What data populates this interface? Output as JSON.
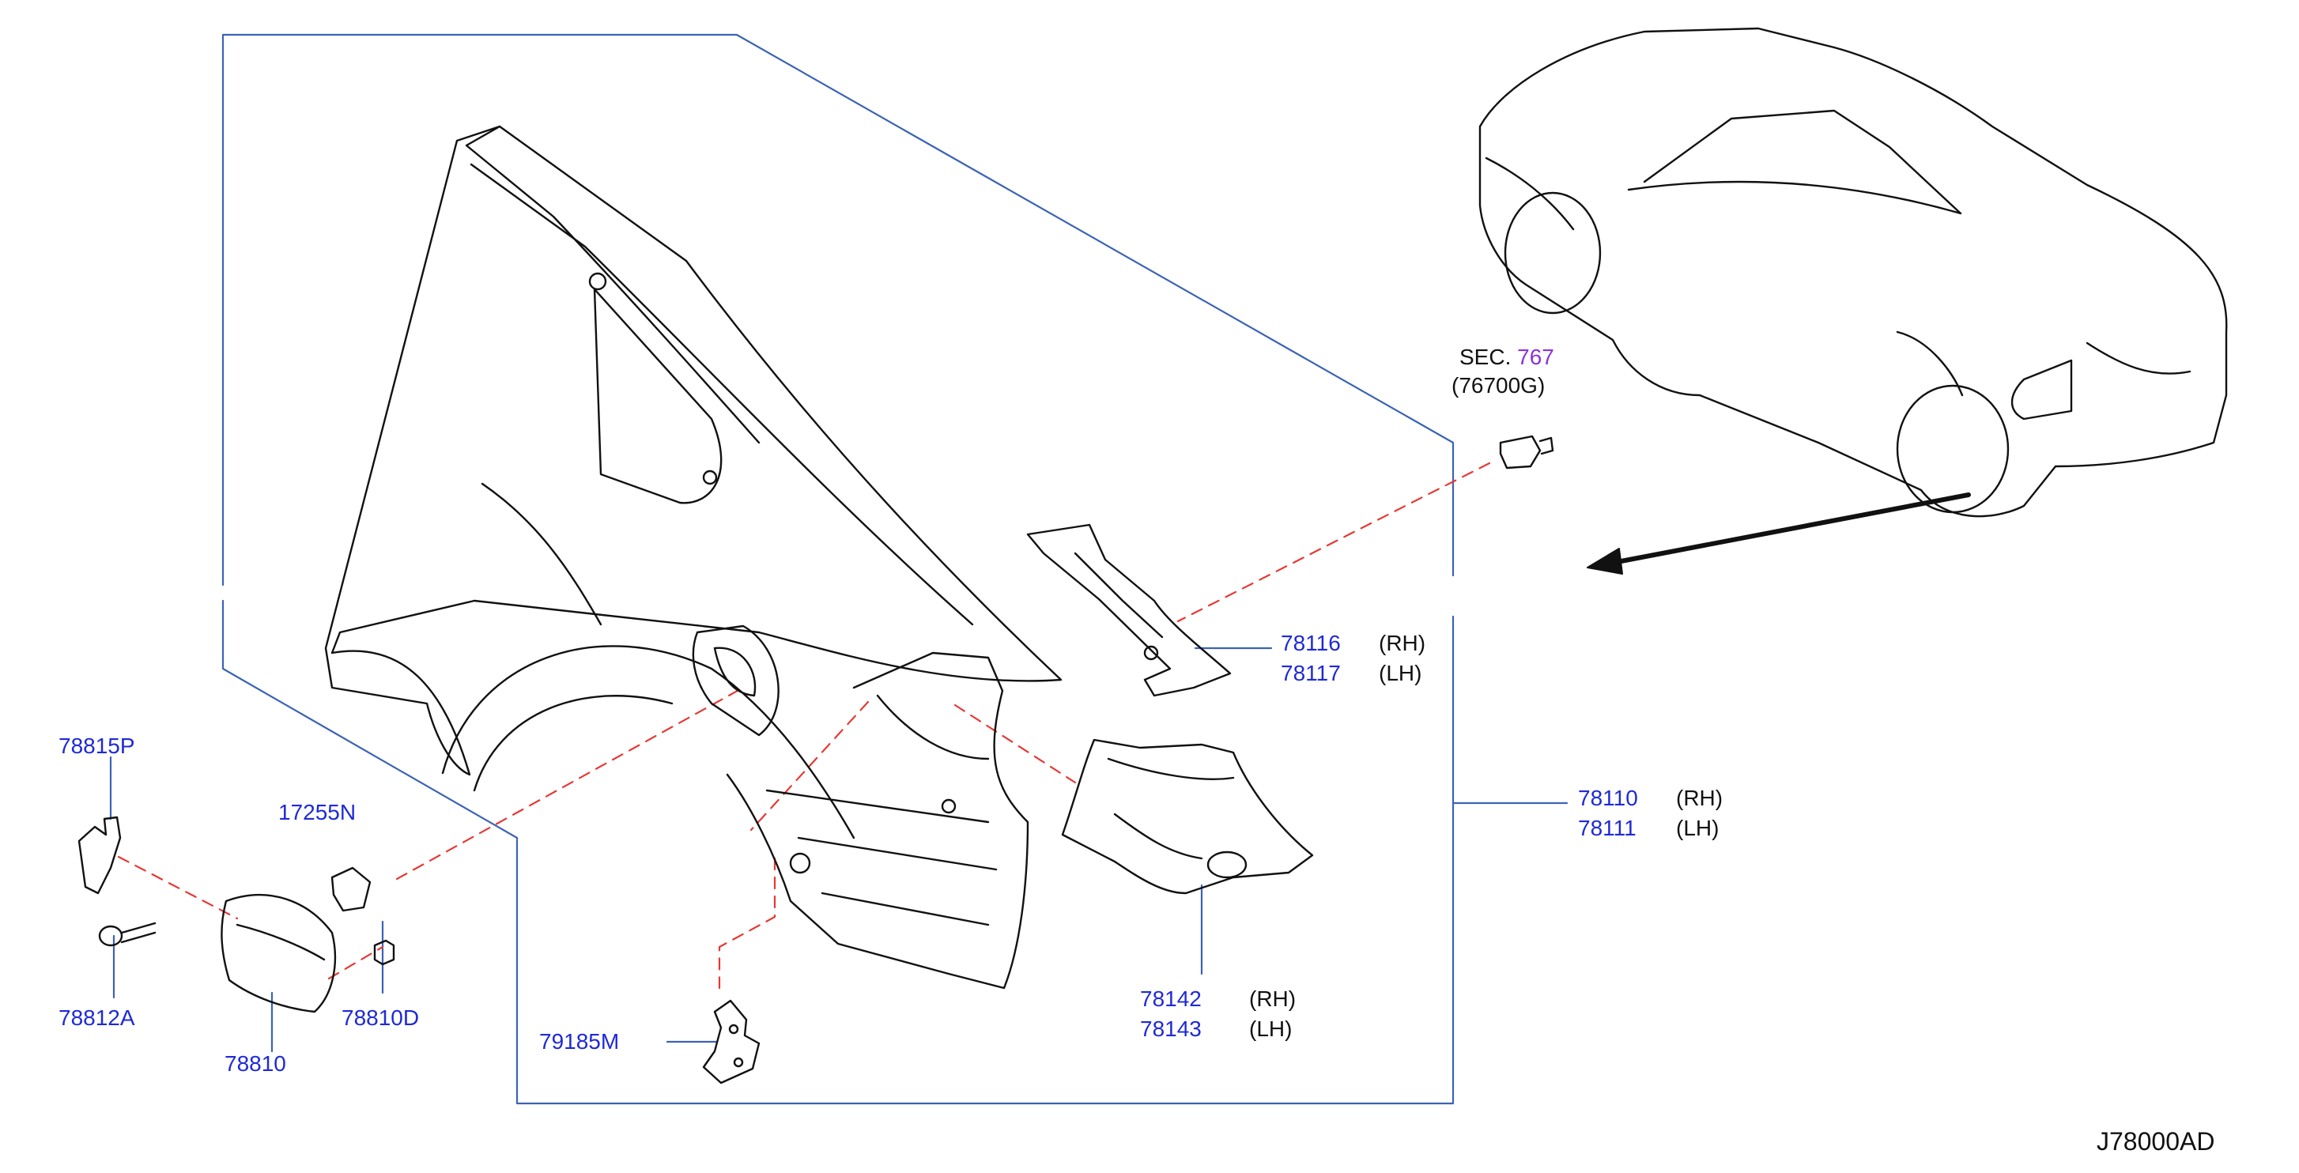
{
  "colors": {
    "part_number": "#1f2ad6",
    "section_link": "#8a33d6",
    "leader_line": "#3b63b5",
    "assembly_dash": "#e53935",
    "drawing": "#111111"
  },
  "section": {
    "prefix": "SEC.",
    "number": "767",
    "ref": "(76700G)"
  },
  "callouts": [
    {
      "part": "78116",
      "side": "(RH)"
    },
    {
      "part": "78117",
      "side": "(LH)"
    },
    {
      "part": "78110",
      "side": "(RH)"
    },
    {
      "part": "78111",
      "side": "(LH)"
    },
    {
      "part": "78142",
      "side": "(RH)"
    },
    {
      "part": "78143",
      "side": "(LH)"
    },
    {
      "part": "78815P"
    },
    {
      "part": "17255N"
    },
    {
      "part": "78812A"
    },
    {
      "part": "78810D"
    },
    {
      "part": "78810"
    },
    {
      "part": "79185M"
    }
  ],
  "diagram_code": "J78000AD"
}
